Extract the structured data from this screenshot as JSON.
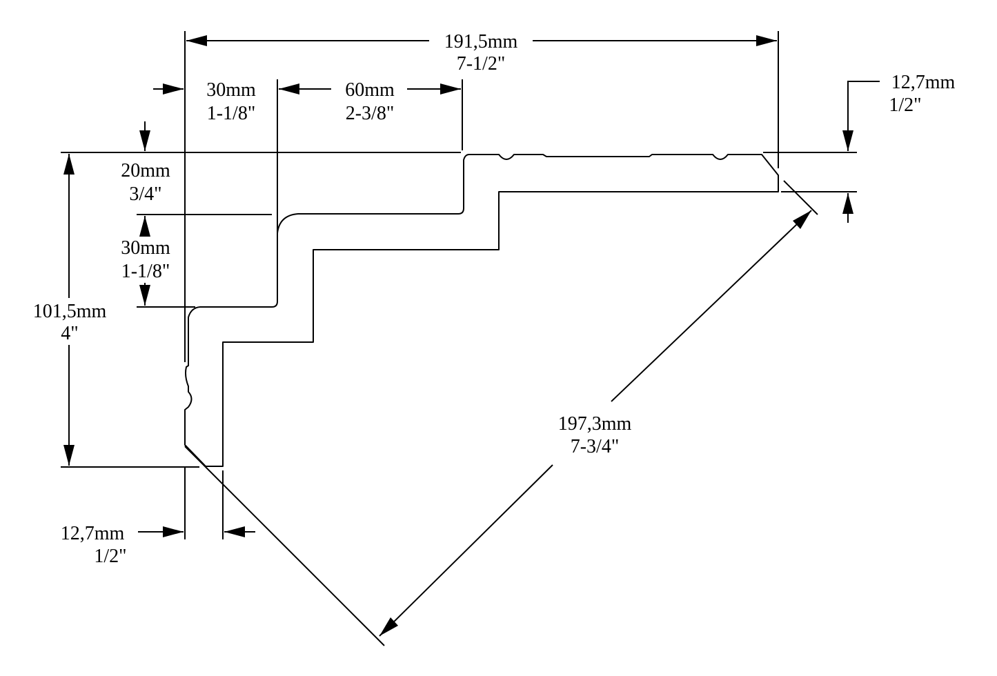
{
  "dimensions": {
    "overall_width": {
      "metric": "191,5mm",
      "imperial": "7-1/2\""
    },
    "step_one_width": {
      "metric": "30mm",
      "imperial": "1-1/8\""
    },
    "step_two_width": {
      "metric": "60mm",
      "imperial": "2-3/8\""
    },
    "top_thickness": {
      "metric": "12,7mm",
      "imperial": "1/2\""
    },
    "step_one_height": {
      "metric": "20mm",
      "imperial": "3/4\""
    },
    "step_two_height": {
      "metric": "30mm",
      "imperial": "1-1/8\""
    },
    "overall_height": {
      "metric": "101,5mm",
      "imperial": "4\""
    },
    "diagonal_span": {
      "metric": "197,3mm",
      "imperial": "7-3/4\""
    },
    "leg_thickness": {
      "metric": "12,7mm",
      "imperial": "1/2\""
    }
  }
}
